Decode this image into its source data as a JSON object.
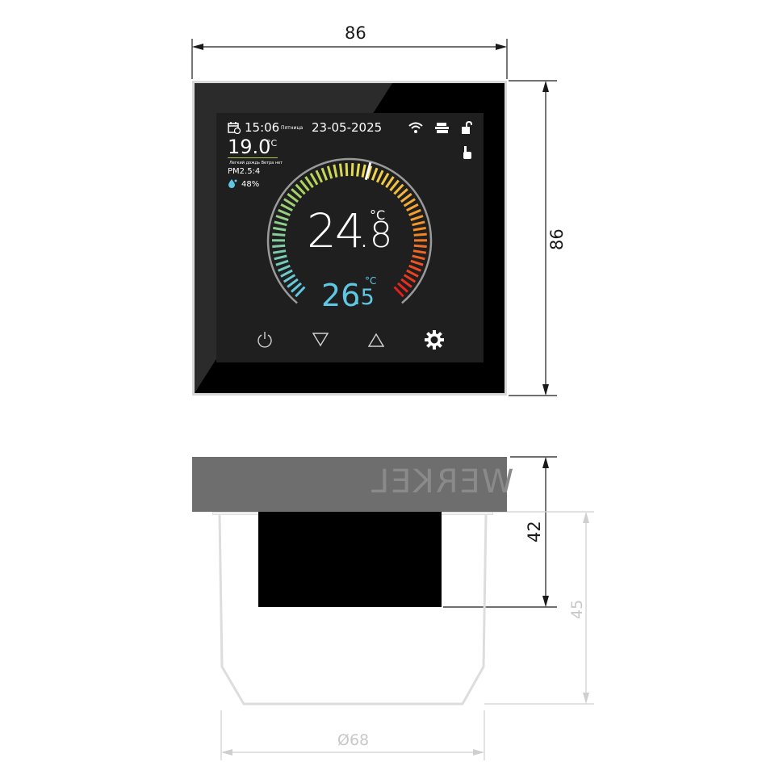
{
  "front_view": {
    "width_label": "86",
    "height_label": "86",
    "screen": {
      "time": "15:06",
      "weekday": "Пятница",
      "date": "23-05-2025",
      "room_temp": "19.0",
      "room_temp_unit": "°C",
      "weather_text": "Легкий дождь Ветра нет",
      "pm25": "PM2.5:4",
      "humidity": "48%",
      "current_temp_int": "24",
      "current_temp_dec": ".8",
      "current_unit": "°C",
      "set_temp_int": "26",
      "set_temp_dec": ".5",
      "set_unit": "°C",
      "icons": [
        "calendar-clock-icon",
        "wifi-icon",
        "heating-icon",
        "unlock-icon",
        "touch-icon",
        "power-icon",
        "down-arrow-icon",
        "up-arrow-icon",
        "gear-icon"
      ],
      "colors": {
        "set_temp": "#5fc7e3",
        "screen_bg": "#1f1f1f"
      }
    }
  },
  "side_view": {
    "brand": "WERKEL",
    "depth_label": "42",
    "box_depth_label": "45",
    "diameter_label": "Ø68"
  }
}
